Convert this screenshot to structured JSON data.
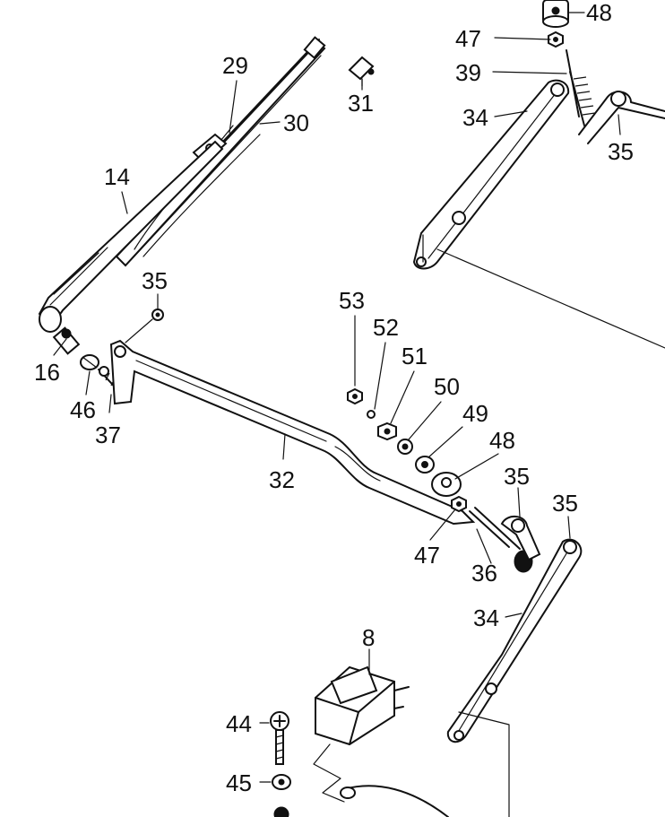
{
  "labels": {
    "l48_top": "48",
    "l47_top": "47",
    "l39": "39",
    "l34_top": "34",
    "l35_top": "35",
    "l29": "29",
    "l30": "30",
    "l31": "31",
    "l14": "14",
    "l35_washer": "35",
    "l16": "16",
    "l46": "46",
    "l37": "37",
    "l53": "53",
    "l52": "52",
    "l51": "51",
    "l50": "50",
    "l49": "49",
    "l48_mid": "48",
    "l32": "32",
    "l35_mid": "35",
    "l35_right": "35",
    "l47_mid": "47",
    "l36": "36",
    "l34_bottom": "34",
    "l8": "8",
    "l44": "44",
    "l45": "45"
  }
}
